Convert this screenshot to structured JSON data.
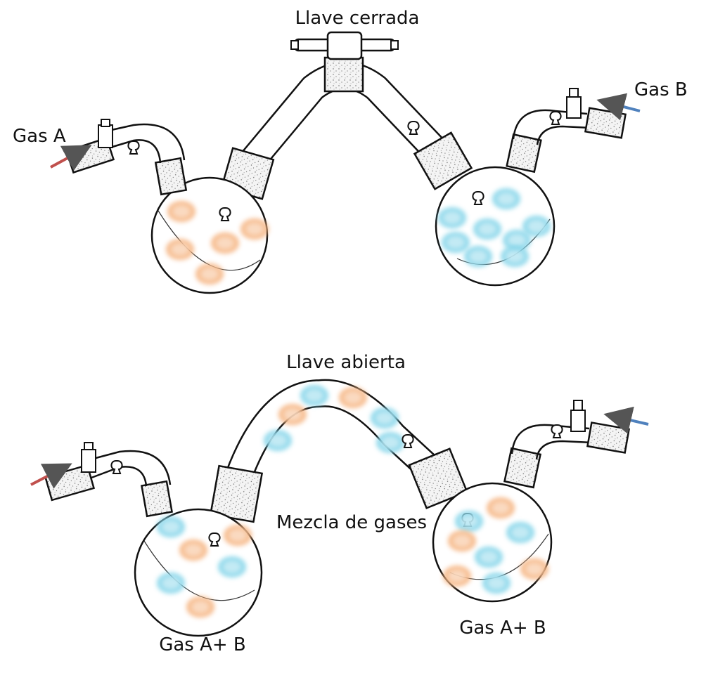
{
  "labels": {
    "top_valve": "Llave cerrada",
    "gas_a": "Gas A",
    "gas_b": "Gas B",
    "bottom_valve": "Llave  abierta",
    "mixture": "Mezcla de gases",
    "left_result": "Gas A+ B",
    "right_result": "Gas A+ B"
  },
  "colors": {
    "gas_a_particle": "#f5b07a",
    "gas_b_particle": "#7fd3e8",
    "gas_a_arrow": "#c0504d",
    "gas_b_arrow": "#4f81bd"
  },
  "particles": {
    "top_left_flask": [
      "A",
      "A",
      "A",
      "A",
      "A"
    ],
    "top_right_flask": [
      "B",
      "B",
      "B",
      "B",
      "B",
      "B",
      "B",
      "B"
    ],
    "bottom_tube": [
      "B",
      "B",
      "A",
      "A",
      "B",
      "B"
    ],
    "bottom_left_flask": [
      "B",
      "A",
      "A",
      "B",
      "B",
      "A"
    ],
    "bottom_right_flask": [
      "A",
      "B",
      "B",
      "A",
      "B",
      "A",
      "B",
      "A"
    ]
  }
}
